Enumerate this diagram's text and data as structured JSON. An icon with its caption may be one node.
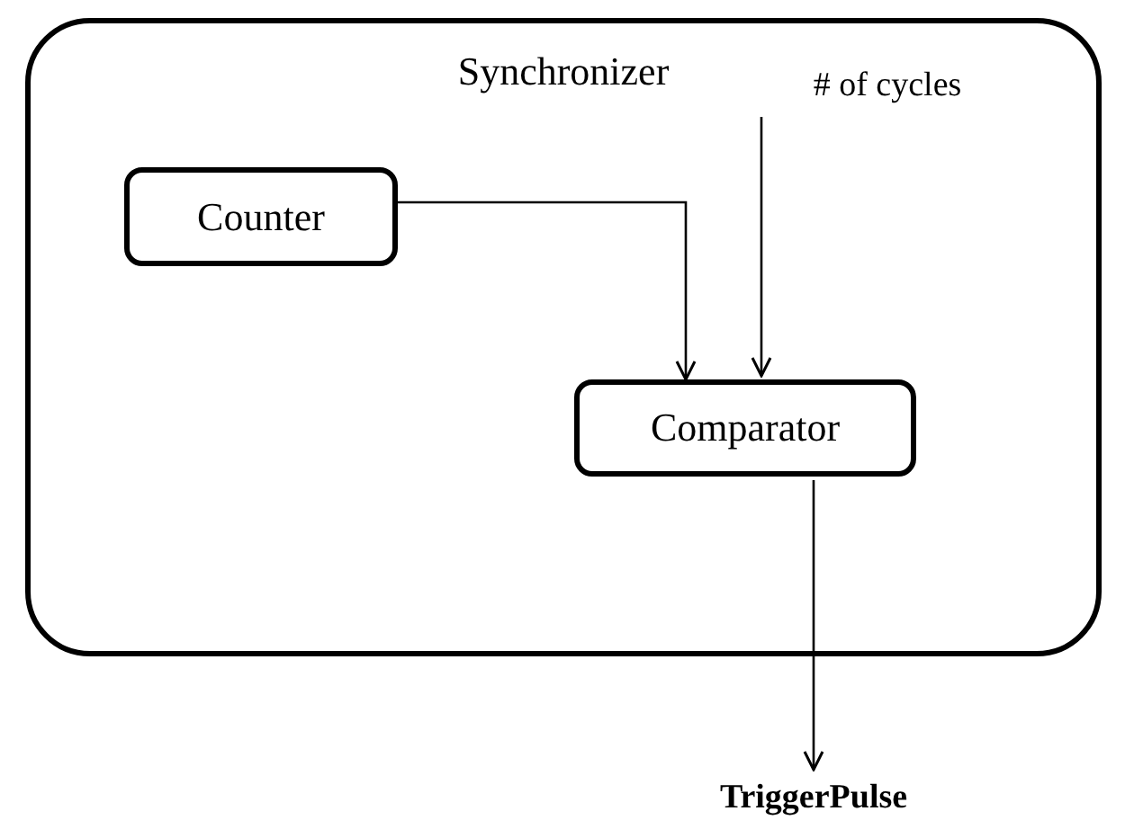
{
  "diagram": {
    "nodes": [
      {
        "text": [
          "Synchronizer"
        ]
      },
      {
        "text": [
          "Counter"
        ],
        "in": 0
      },
      {
        "text": [
          "# of cycles"
        ],
        "in": 0
      },
      {
        "text": [
          "Comparator"
        ],
        "in": 0
      },
      {
        "text": [
          "TriggerPulse"
        ]
      }
    ],
    "edges": [
      {
        "from": 1,
        "to": 3,
        "arrow": "to"
      },
      {
        "from": 2,
        "to": 3,
        "arrow": "to"
      },
      {
        "from": 3,
        "to": 4,
        "arrow": "to"
      }
    ]
  }
}
